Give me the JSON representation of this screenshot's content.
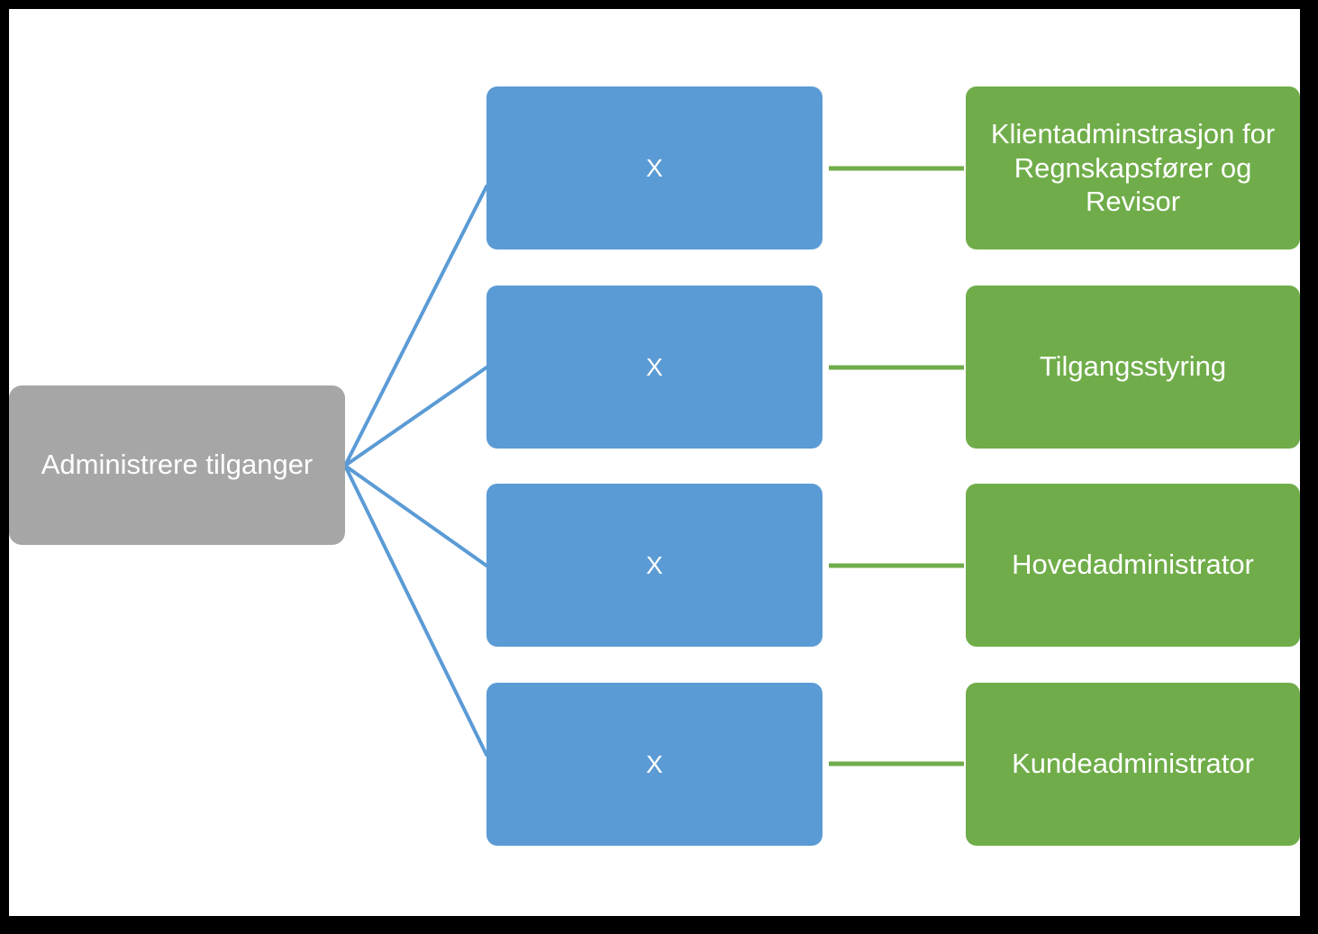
{
  "diagram": {
    "title": "Administrere tilganger",
    "type": "mind-map",
    "colors": {
      "frame": "#000000",
      "background": "#ffffff",
      "root_node": "#a6a6a6",
      "middle_node": "#5b9bd5",
      "leaf_node": "#70ad4a",
      "root_connector": "#5b9bd5",
      "leaf_connector": "#70ad4a",
      "node_text": "#ffffff"
    },
    "root": {
      "label": "Administrere tilganger"
    },
    "branches": [
      {
        "middle_label": "X",
        "leaf_label": "Klientadminstrasjon for Regnskapsfører og Revisor"
      },
      {
        "middle_label": "X",
        "leaf_label": "Tilgangsstyring"
      },
      {
        "middle_label": "X",
        "leaf_label": "Hovedadministrator"
      },
      {
        "middle_label": "X",
        "leaf_label": "Kundeadministrator"
      }
    ]
  }
}
